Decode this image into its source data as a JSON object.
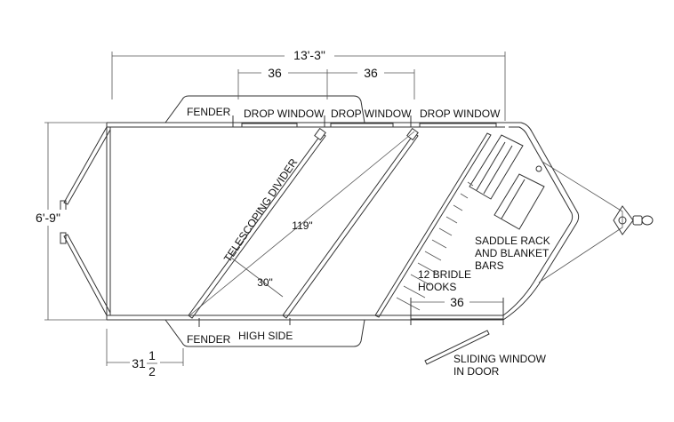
{
  "dimensions": {
    "overall_length": "13'-3\"",
    "window_span_1": "36",
    "window_span_2": "36",
    "width": "6'-9\"",
    "diagonal_stall": "119\"",
    "stall_width": "30\"",
    "rear_offset_whole": "31",
    "rear_offset_num": "1",
    "rear_offset_den": "2",
    "door_window": "36"
  },
  "labels": {
    "fender_top": "FENDER",
    "drop_window_1": "DROP WINDOW",
    "drop_window_2": "DROP WINDOW",
    "drop_window_3": "DROP WINDOW",
    "telescoping_divider": "TELESCOPING DIVIDER",
    "saddle_rack_line1": "SADDLE RACK",
    "saddle_rack_line2": "AND BLANKET",
    "saddle_rack_line3": "BARS",
    "bridle_hooks_line1": "12 BRIDLE",
    "bridle_hooks_line2": "HOOKS",
    "fender_bottom": "FENDER",
    "high_side": "HIGH SIDE",
    "sliding_window_line1": "SLIDING WINDOW",
    "sliding_window_line2": "IN DOOR"
  }
}
